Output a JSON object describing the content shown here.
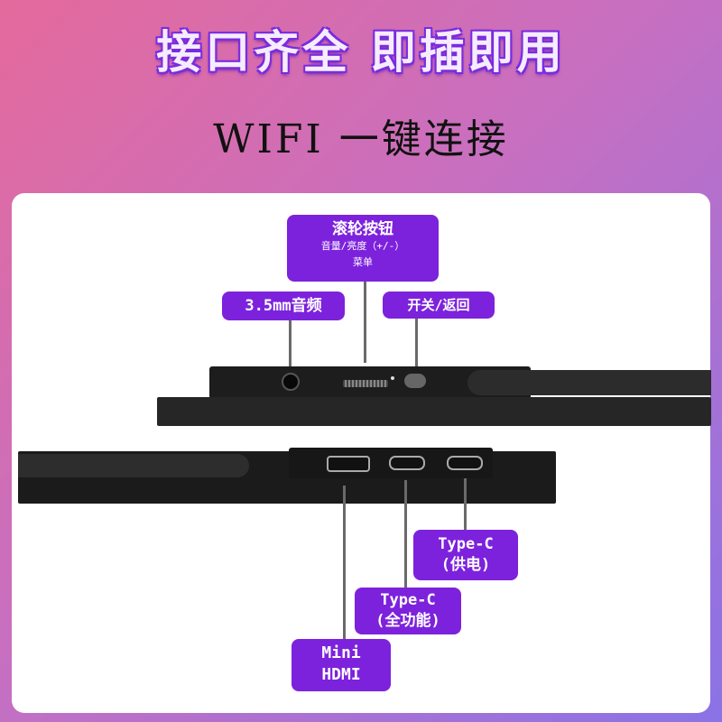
{
  "header": {
    "title": "接口齐全  即插即用",
    "subtitle": "WIFI 一键连接"
  },
  "labels": {
    "wheel_title": "滚轮按钮",
    "wheel_sub": "音量/亮度（+/-）",
    "wheel_menu": "菜单",
    "audio": "3.5mm音频",
    "power": "开关/返回",
    "typec_power_1": "Type-C",
    "typec_power_2": "(供电)",
    "typec_full_1": "Type-C",
    "typec_full_2": "(全功能)",
    "hdmi_1": "Mini",
    "hdmi_2": "HDMI"
  },
  "colors": {
    "label_bg": "#7d22dc",
    "device": "#1d1d1d"
  }
}
